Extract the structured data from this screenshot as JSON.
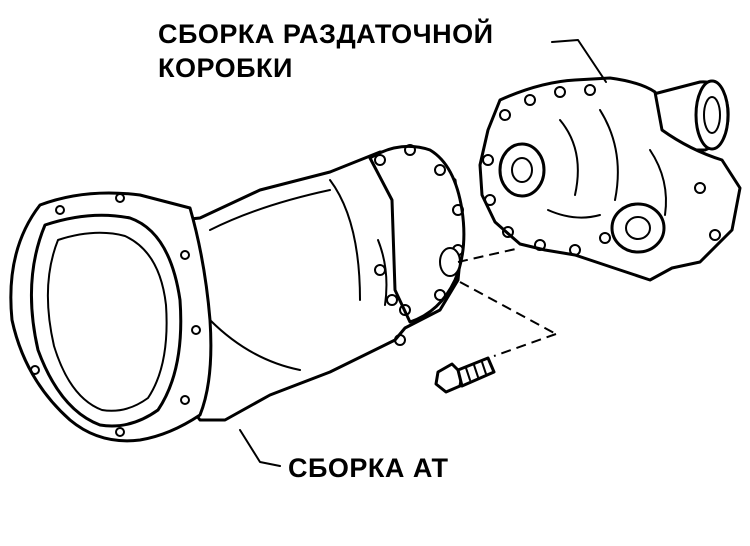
{
  "labels": {
    "transfer_case_line1": "СБОРКА РАЗДАТОЧНОЙ",
    "transfer_case_line2": "КОРОБКИ",
    "automatic_transmission": "СБОРКА АТ"
  }
}
